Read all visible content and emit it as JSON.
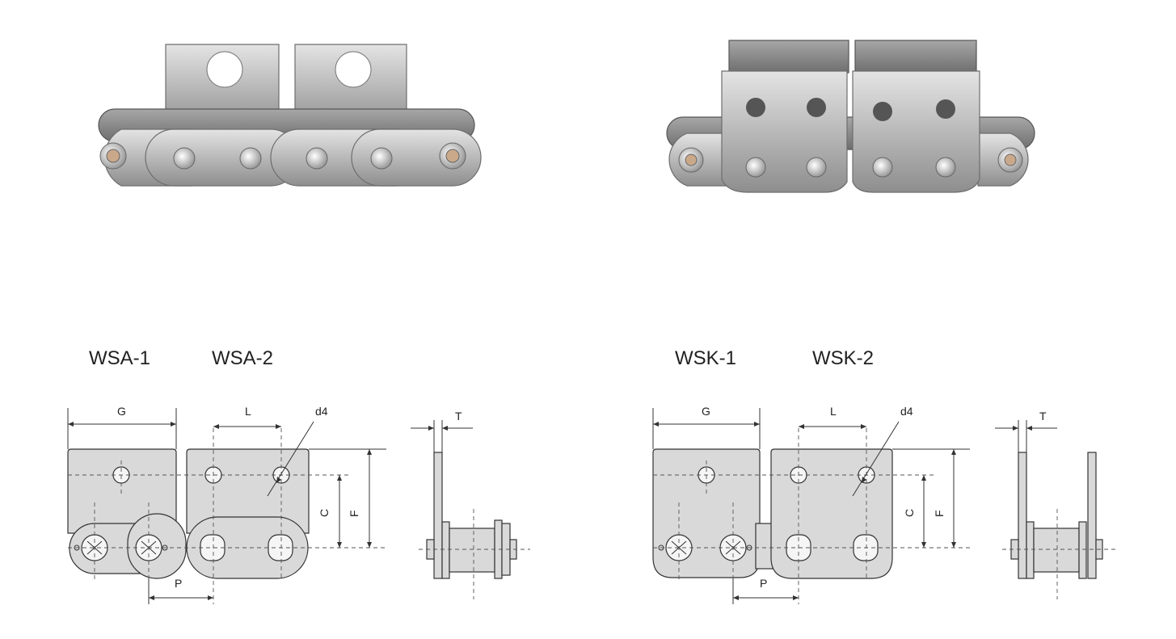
{
  "diagrams": [
    {
      "left_label": "WSA-1",
      "right_label": "WSA-2"
    },
    {
      "left_label": "WSK-1",
      "right_label": "WSK-2"
    }
  ],
  "dimensions": {
    "G": "G",
    "L": "L",
    "d4": "d4",
    "T": "T",
    "C": "C",
    "F": "F",
    "P": "P"
  }
}
